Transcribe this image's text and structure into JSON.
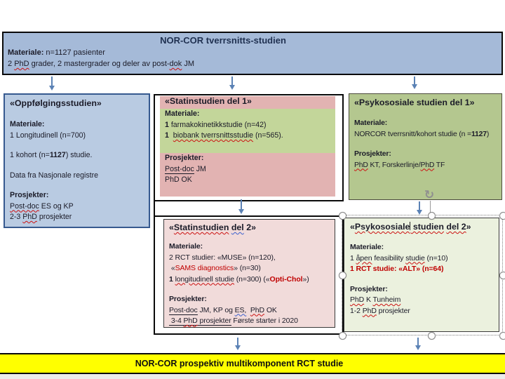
{
  "colors": {
    "header_fill": "#a5bad8",
    "left_fill": "#b9cbe2",
    "statin1_pink": "#e2b3b2",
    "statin1_green": "#c3d69a",
    "statin2_fill": "#f1dbda",
    "psyko1_fill": "#b4c78f",
    "psyko2_fill": "#ebf1de",
    "bottom_fill": "#ffff00",
    "arrow": "#5b82b5",
    "red_text": "#c00000"
  },
  "header": {
    "title": "NOR-COR tverrsnitts-studien",
    "lines": [
      [
        {
          "t": "Materiale: ",
          "s": "b"
        },
        {
          "t": "n=1127 pasienter"
        }
      ],
      [
        {
          "t": "2 "
        },
        {
          "t": "PhD",
          "s": "sq"
        },
        {
          "t": " grader, 2 mastergrader og deler av post-"
        },
        {
          "t": "dok",
          "s": "sq"
        },
        {
          "t": " JM"
        }
      ]
    ]
  },
  "left_box": {
    "title": "«Oppfølgingsstudien»",
    "lines": [
      [
        {
          "t": "Materiale:",
          "s": "b"
        }
      ],
      [
        {
          "t": "1 Longitudinell (n=700)"
        }
      ],
      [],
      [
        {
          "t": "1 kohort (n="
        },
        {
          "t": "1127",
          "s": "b"
        },
        {
          "t": ") studie."
        }
      ],
      [],
      [
        {
          "t": "Data fra Nasjonale registre"
        }
      ],
      [],
      [
        {
          "t": "Prosjekter:",
          "s": "b"
        }
      ],
      [
        {
          "t": "Post-doc",
          "s": "sq"
        },
        {
          "t": " ES og KP"
        }
      ],
      [
        {
          "t": "2-3 "
        },
        {
          "t": "PhD",
          "s": "sq"
        },
        {
          "t": " prosjekter"
        }
      ]
    ]
  },
  "statin1": {
    "title": "«Statinstudien del 1»",
    "mid_lines": [
      [
        {
          "t": "Materiale:",
          "s": "b"
        }
      ],
      [
        {
          "t": "1",
          "s": "b"
        },
        {
          "t": " farmakokinetikkstudie (n=42)"
        }
      ],
      [
        {
          "t": "1",
          "s": "b"
        },
        {
          "t": "  "
        },
        {
          "t": "biobank tverrsnittsstudie",
          "s": "sq"
        },
        {
          "t": " (n=565)."
        }
      ]
    ],
    "bot_lines": [
      [
        {
          "t": "Prosjekter:",
          "s": "b"
        }
      ],
      [
        {
          "t": "Post-doc",
          "s": "ul"
        },
        {
          "t": " JM"
        }
      ],
      [
        {
          "t": "PhD OK"
        }
      ]
    ]
  },
  "psyko1": {
    "title": "«Psykososiale studien del 1»",
    "lines": [
      [
        {
          "t": "Materiale:",
          "s": "b"
        }
      ],
      [
        {
          "t": "NORCOR tverrsnitt/kohort studie (n ="
        },
        {
          "t": "1127",
          "s": "b"
        },
        {
          "t": ")"
        }
      ],
      [],
      [
        {
          "t": "Prosjekter:",
          "s": "b"
        }
      ],
      [
        {
          "t": "PhD",
          "s": "sq"
        },
        {
          "t": " KT, Forskerlinje/"
        },
        {
          "t": "PhD",
          "s": "sq"
        },
        {
          "t": " TF"
        }
      ]
    ]
  },
  "statin2": {
    "title_segs": [
      {
        "t": "«"
      },
      {
        "t": "Statinstudien",
        "s": "sq"
      },
      {
        "t": "  "
      },
      {
        "t": "del",
        "s": "sqb"
      },
      {
        "t": " 2»"
      }
    ],
    "lines": [
      [
        {
          "t": "Materiale:",
          "s": "b"
        }
      ],
      [
        {
          "t": "2 RCT studier: «MUSE» (n=120),"
        }
      ],
      [
        {
          "t": " «"
        },
        {
          "t": "SAMS diagnostics",
          "s": "red"
        },
        {
          "t": "» (n=30)"
        }
      ],
      [
        {
          "t": "1 ",
          "s": "b"
        },
        {
          "t": "longitudinell studie",
          "s": "sq"
        },
        {
          "t": " (n=300) («"
        },
        {
          "t": "Opti-Chol",
          "s": "redb"
        },
        {
          "t": "»)"
        }
      ],
      [],
      [
        {
          "t": "Prosjekter:",
          "s": "b"
        }
      ],
      [
        {
          "t": "Post-doc",
          "s": "ul"
        },
        {
          "t": " JM, KP og "
        },
        {
          "t": "ES,",
          "s": "sqb"
        },
        {
          "t": "  "
        },
        {
          "t": "PhD",
          "s": "sq"
        },
        {
          "t": " OK"
        }
      ],
      [
        {
          "t": " 3-4 ",
          "s": "ul"
        },
        {
          "t": "PhD",
          "s": "ul sq"
        },
        {
          "t": " prosjekter",
          "s": "ul"
        },
        {
          "t": " Første starter i 2020"
        }
      ]
    ]
  },
  "psyko2": {
    "title_segs": [
      {
        "t": "«"
      },
      {
        "t": "Psykososiale",
        "s": "sq"
      },
      {
        "t": "",
        "s": "caret"
      },
      {
        "t": " studien",
        "s": "sq"
      },
      {
        "t": " "
      },
      {
        "t": "del 2",
        "s": "sq"
      },
      {
        "t": "»"
      }
    ],
    "lines": [
      [
        {
          "t": "Materiale:",
          "s": "b"
        }
      ],
      [
        {
          "t": "1 "
        },
        {
          "t": "åpen",
          "s": "sq"
        },
        {
          "t": " feasibility "
        },
        {
          "t": "studie",
          "s": "sq"
        },
        {
          "t": " (n=10)"
        }
      ],
      [
        {
          "t": "1 RCT studie: «ALT» (n=64)",
          "s": "redb"
        }
      ],
      [],
      [
        {
          "t": "Prosjekter:",
          "s": "b"
        }
      ],
      [
        {
          "t": "PhD",
          "s": "sq"
        },
        {
          "t": " K "
        },
        {
          "t": "Tunheim",
          "s": "sq"
        }
      ],
      [
        {
          "t": "1-2 "
        },
        {
          "t": "PhD",
          "s": "sq"
        },
        {
          "t": " prosjekter"
        }
      ]
    ]
  },
  "bottom_bar": {
    "title": "NOR-COR prospektiv multikomponent RCT studie"
  },
  "icons": {
    "rotate_glyph": "↻"
  }
}
